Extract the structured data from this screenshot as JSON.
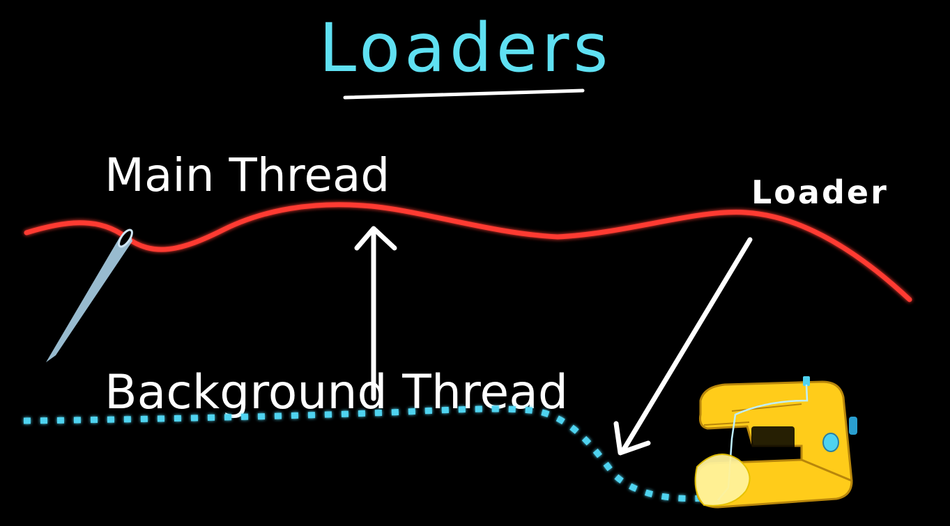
{
  "title": "Loaders",
  "labels": {
    "main_thread": "Main Thread",
    "background_thread": "Background Thread",
    "loader": "Loader"
  },
  "colors": {
    "background": "#000000",
    "title": "#5fe0f2",
    "main_thread_line": "#ff3b30",
    "background_thread_line": "#4fd3f0",
    "text": "#ffffff",
    "needle": "#a9cfe6",
    "sewing_machine": "#ffcc1a",
    "sewing_machine_outline": "#b8860b"
  },
  "icons": [
    "needle-icon",
    "sewing-machine-icon"
  ]
}
